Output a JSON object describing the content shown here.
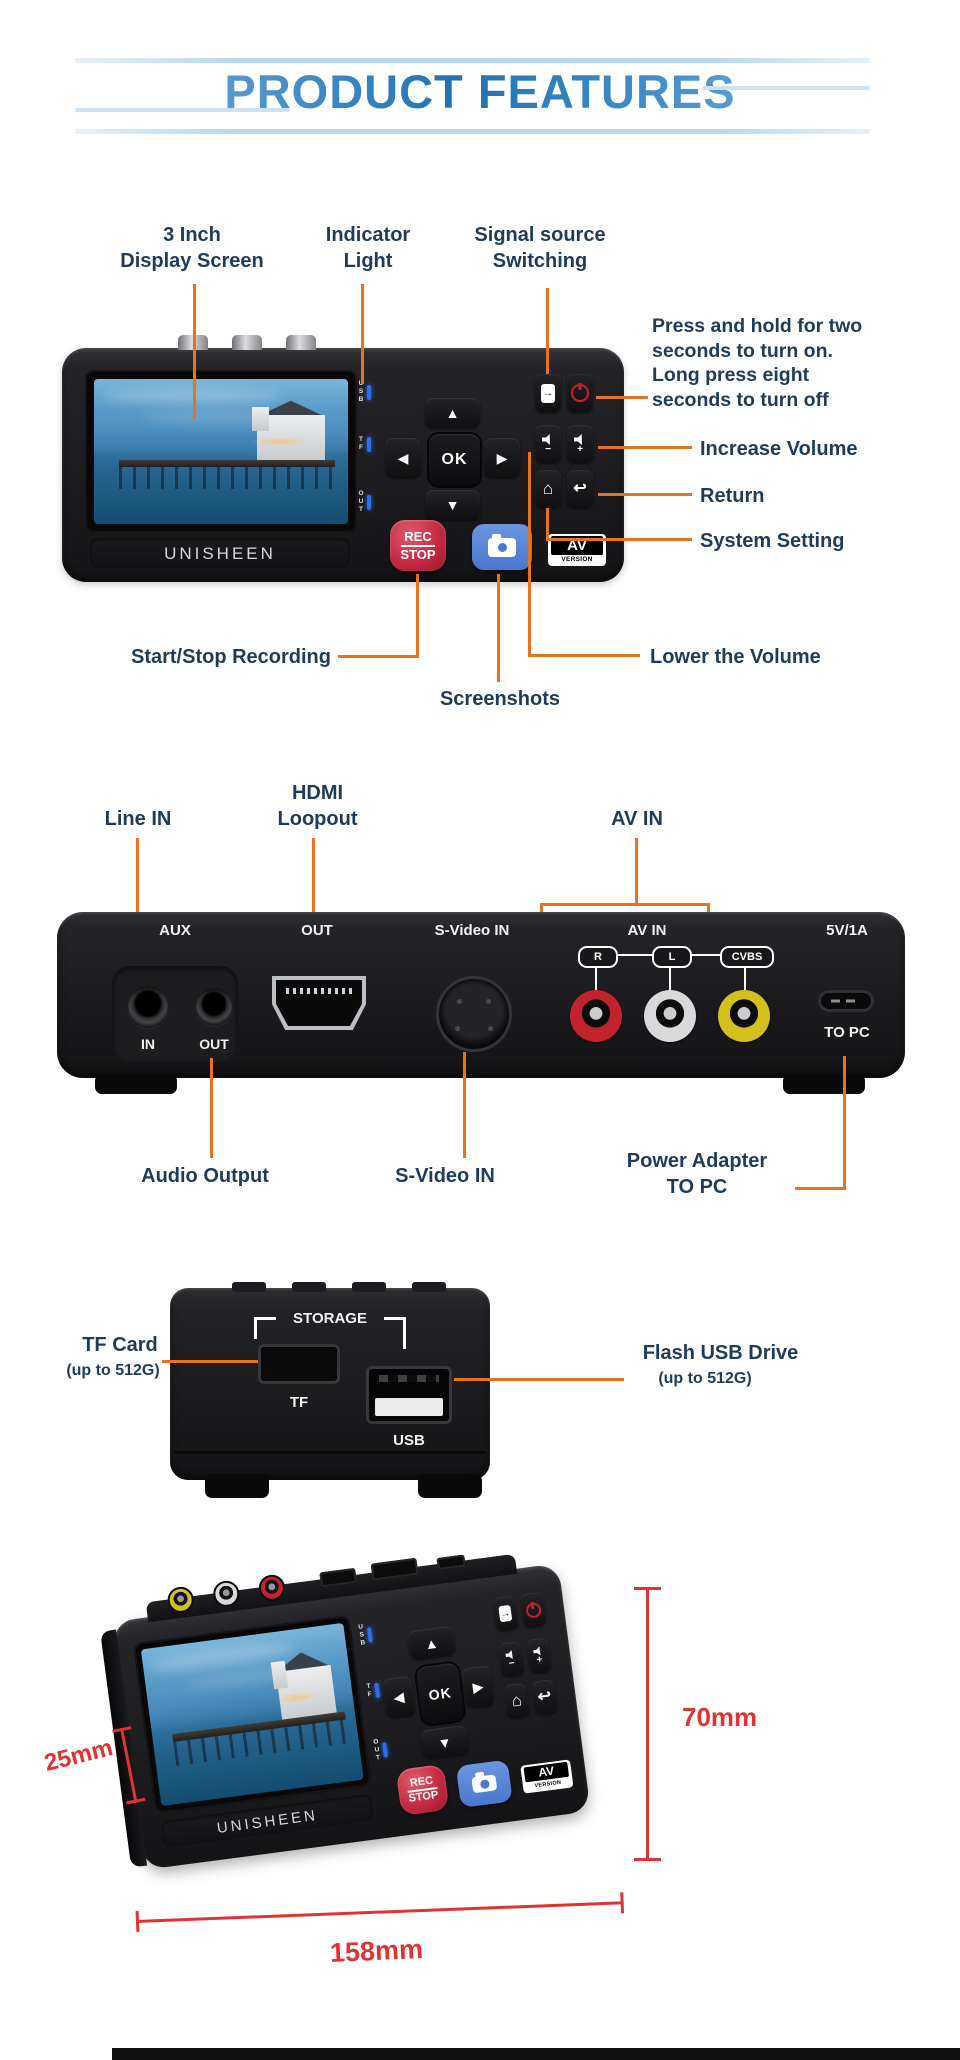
{
  "header": {
    "title": "PRODUCT FEATURES"
  },
  "front": {
    "label_display": "3 Inch\nDisplay Screen",
    "label_indicator": "Indicator\nLight",
    "label_signal": "Signal source\nSwitching",
    "note_power": "Press and hold for two\nseconds to turn on.\nLong press eight\nseconds to turn off",
    "label_increase_volume": "Increase Volume",
    "label_return": "Return",
    "label_system_setting": "System Setting",
    "label_start_stop": "Start/Stop Recording",
    "label_screenshots": "Screenshots",
    "label_lower_volume": "Lower the Volume",
    "device": {
      "indicators": [
        "USB",
        "TF",
        "OUT"
      ],
      "ok": "OK",
      "rec_top": "REC",
      "rec_bottom": "STOP",
      "badge_top": "AV",
      "badge_bottom": "VERSION",
      "brand": "UNISHEEN"
    }
  },
  "back": {
    "label_line_in": "Line IN",
    "label_hdmi": "HDMI\nLoopout",
    "label_av_in": "AV IN",
    "label_audio_output": "Audio Output",
    "label_s_video": "S-Video IN",
    "label_power_adapter": "Power Adapter\nTO PC",
    "panel": {
      "aux": "AUX",
      "aux_in": "IN",
      "aux_out": "OUT",
      "hdmi_out": "OUT",
      "s_video": "S-Video IN",
      "av_in": "AV IN",
      "rca_r": "R",
      "rca_l": "L",
      "rca_cvbs": "CVBS",
      "power": "5V/1A",
      "to_pc": "TO PC"
    }
  },
  "storage": {
    "label_tf": "TF Card",
    "label_tf_sub": "(up to 512G)",
    "label_usb": "Flash USB Drive",
    "label_usb_sub": "(up to 512G)",
    "panel": {
      "storage": "STORAGE",
      "tf": "TF",
      "usb": "USB"
    }
  },
  "dimensions": {
    "depth": "25mm",
    "height": "70mm",
    "width": "158mm",
    "device": {
      "indicators": [
        "USB",
        "TF",
        "OUT"
      ],
      "ok": "OK",
      "rec_top": "REC",
      "rec_bottom": "STOP",
      "badge_top": "AV",
      "badge_bottom": "VERSION",
      "brand": "UNISHEEN"
    }
  },
  "colors": {
    "orange": "#e8731c",
    "navy": "#1d3c5c",
    "red": "#e03434",
    "led_blue": "#2e6ee8"
  }
}
